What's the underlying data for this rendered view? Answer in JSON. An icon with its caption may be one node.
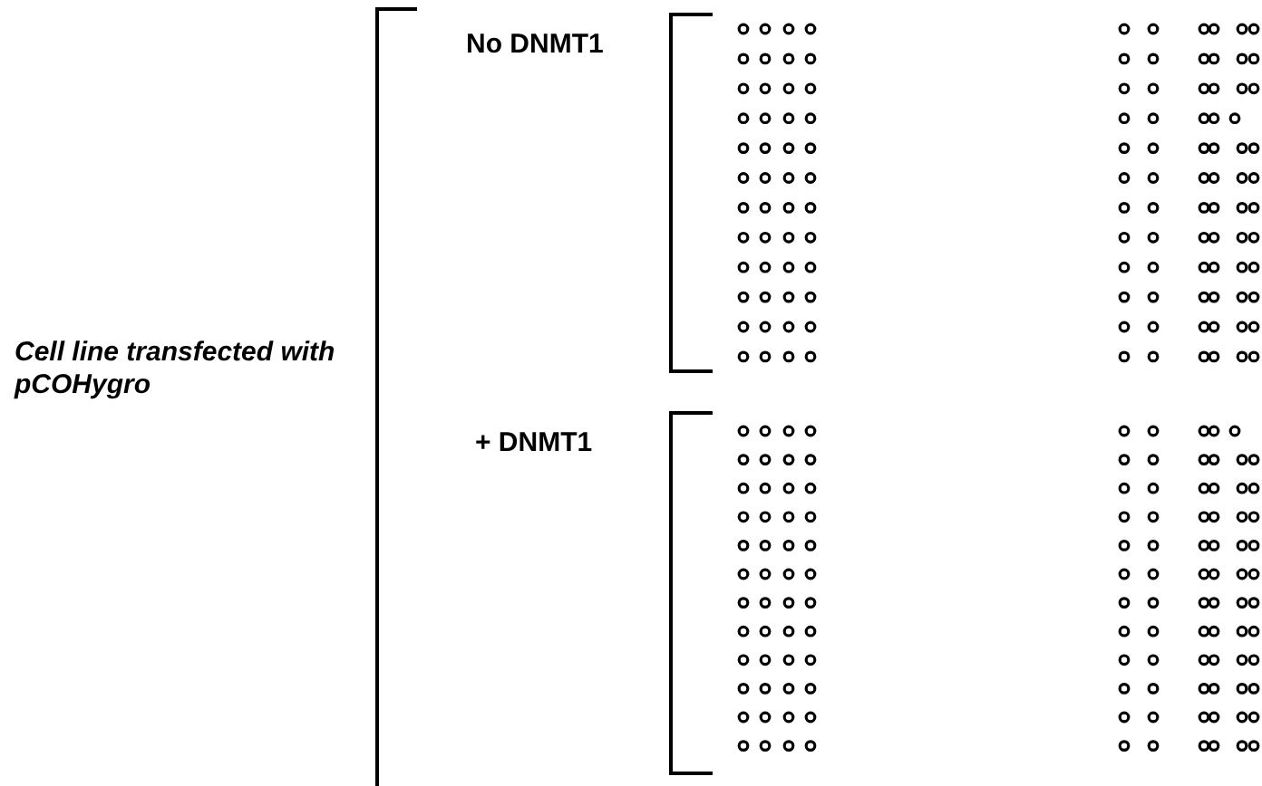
{
  "diagram": {
    "labels": [
      "Cell line transfected with pCOHygro",
      "No DNMT1",
      "+ DNMT1"
    ]
  }
}
